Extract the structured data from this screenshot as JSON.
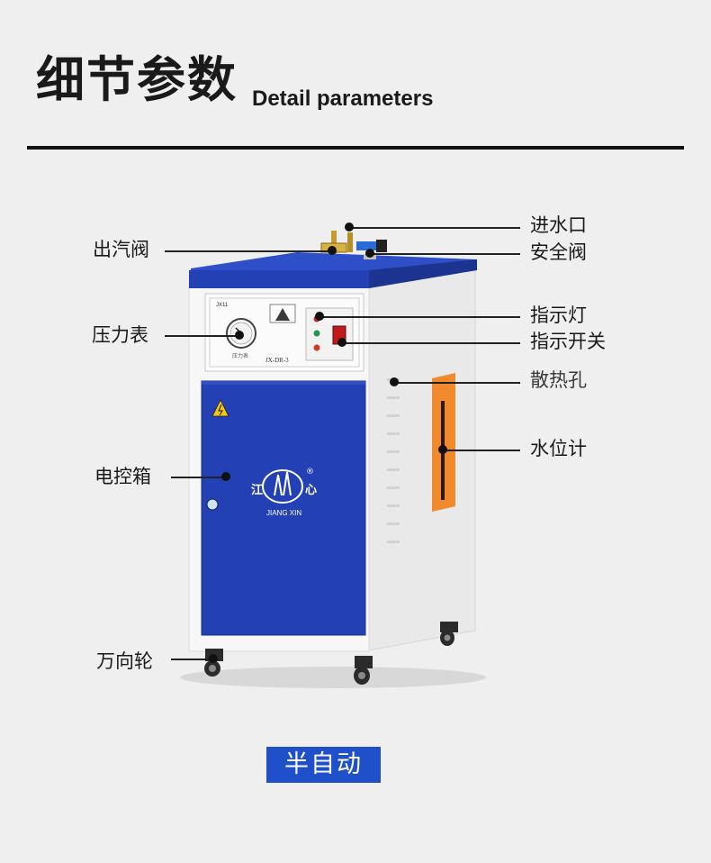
{
  "header": {
    "title_zh": "细节参数",
    "title_en": "Detail parameters"
  },
  "labels": {
    "steam_outlet_valve": "出汽阀",
    "water_inlet": "进水口",
    "safety_valve": "安全阀",
    "pressure_gauge": "压力表",
    "indicator_light": "指示灯",
    "indicator_switch": "指示开关",
    "heat_vents": "散热孔",
    "water_level_gauge": "水位计",
    "electric_control_box": "电控箱",
    "universal_wheel": "万向轮"
  },
  "panel": {
    "plate_top": "JX11",
    "plate_model": "JX-DR-3",
    "gauge_caption": "压力表"
  },
  "logo": {
    "name_left": "江",
    "name_right": "心",
    "pinyin": "JIANG XIN",
    "registered": "®"
  },
  "mode_badge": "半自动",
  "colors": {
    "machine_blue": "#2340b4",
    "body_white": "#f7f7f7",
    "orange": "#f08a2c",
    "badge_blue": "#1f4fc9"
  }
}
